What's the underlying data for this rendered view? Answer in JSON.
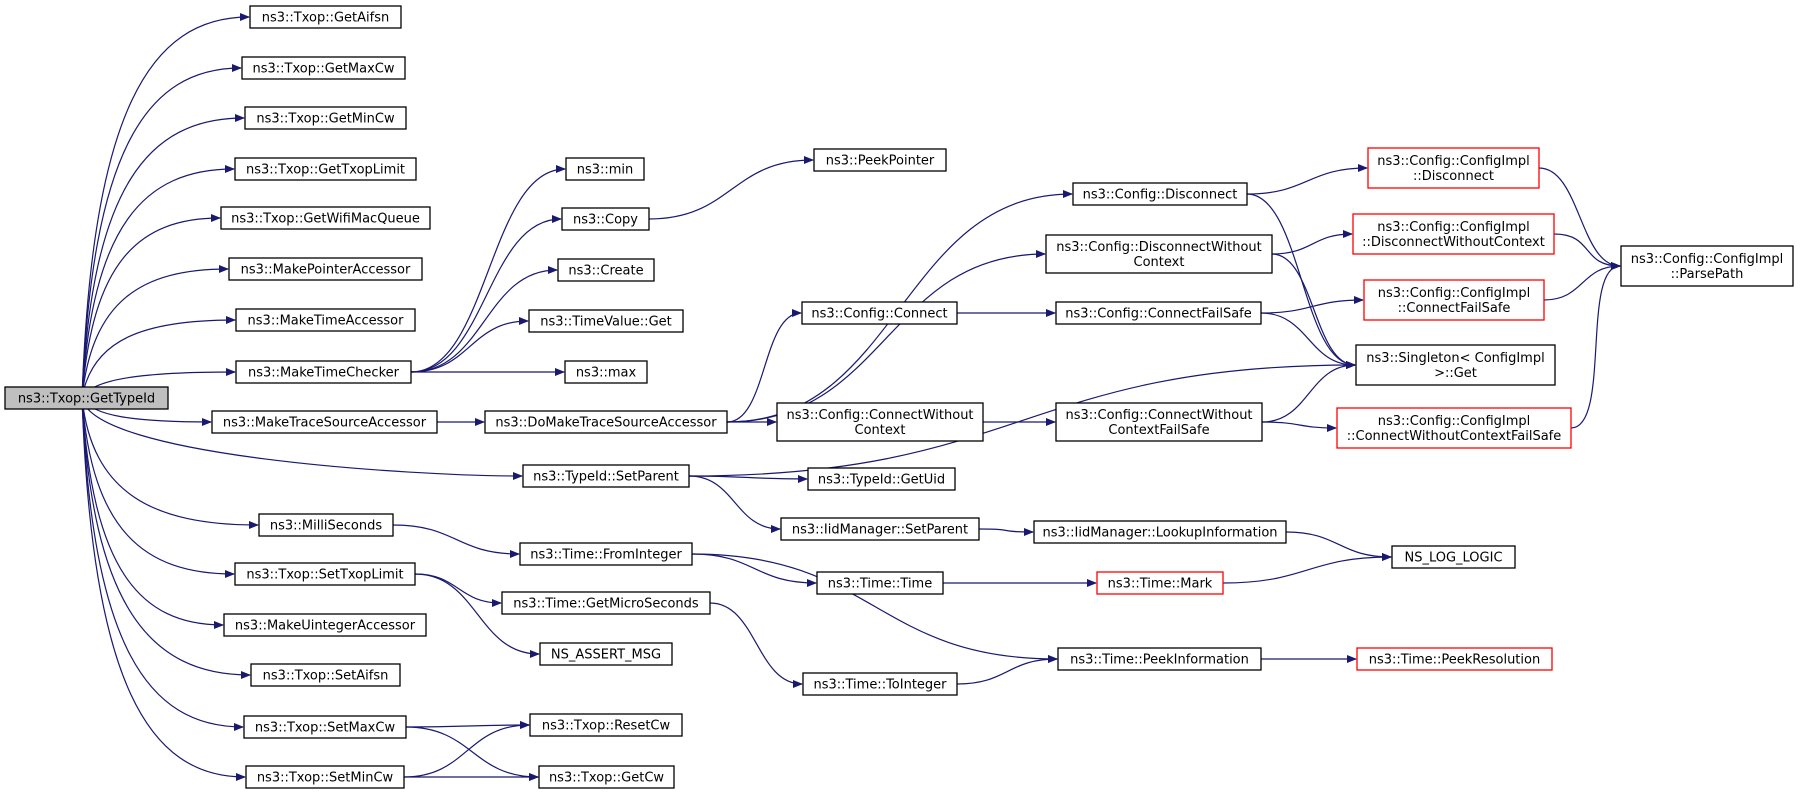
{
  "colors": {
    "edge": "#191970",
    "node_border": "#000000",
    "node_missing_border": "#ff0000",
    "root_fill": "#bfbfbf",
    "node_fill": "#ffffff"
  },
  "nodes": {
    "root": {
      "lines": [
        "ns3::Txop::GetTypeId"
      ],
      "style": "root"
    },
    "getAifsn": {
      "lines": [
        "ns3::Txop::GetAifsn"
      ]
    },
    "getMaxCw": {
      "lines": [
        "ns3::Txop::GetMaxCw"
      ]
    },
    "getMinCw": {
      "lines": [
        "ns3::Txop::GetMinCw"
      ]
    },
    "getTxopLimit": {
      "lines": [
        "ns3::Txop::GetTxopLimit"
      ]
    },
    "getWifiMacQueue": {
      "lines": [
        "ns3::Txop::GetWifiMacQueue"
      ]
    },
    "makePointerAccessor": {
      "lines": [
        "ns3::MakePointerAccessor"
      ]
    },
    "makeTimeAccessor": {
      "lines": [
        "ns3::MakeTimeAccessor"
      ]
    },
    "makeTimeChecker": {
      "lines": [
        "ns3::MakeTimeChecker"
      ]
    },
    "makeTraceSourceAccessor": {
      "lines": [
        "ns3::MakeTraceSourceAccessor"
      ]
    },
    "milliSeconds": {
      "lines": [
        "ns3::MilliSeconds"
      ]
    },
    "setTxopLimit": {
      "lines": [
        "ns3::Txop::SetTxopLimit"
      ]
    },
    "makeUintegerAccessor": {
      "lines": [
        "ns3::MakeUintegerAccessor"
      ]
    },
    "setAifsn": {
      "lines": [
        "ns3::Txop::SetAifsn"
      ]
    },
    "setMaxCw": {
      "lines": [
        "ns3::Txop::SetMaxCw"
      ]
    },
    "setMinCw": {
      "lines": [
        "ns3::Txop::SetMinCw"
      ]
    },
    "nsMin": {
      "lines": [
        "ns3::min"
      ]
    },
    "nsCopy": {
      "lines": [
        "ns3::Copy"
      ]
    },
    "nsCreate": {
      "lines": [
        "ns3::Create"
      ]
    },
    "timeValueGet": {
      "lines": [
        "ns3::TimeValue::Get"
      ]
    },
    "nsMax": {
      "lines": [
        "ns3::max"
      ]
    },
    "doMakeTraceSourceAccessor": {
      "lines": [
        "ns3::DoMakeTraceSourceAccessor"
      ]
    },
    "typeIdSetParent": {
      "lines": [
        "ns3::TypeId::SetParent"
      ]
    },
    "timeFromInteger": {
      "lines": [
        "ns3::Time::FromInteger"
      ]
    },
    "timeGetMicroSeconds": {
      "lines": [
        "ns3::Time::GetMicroSeconds"
      ]
    },
    "nsAssertMsg": {
      "lines": [
        "NS_ASSERT_MSG"
      ]
    },
    "txopResetCw": {
      "lines": [
        "ns3::Txop::ResetCw"
      ]
    },
    "txopGetCw": {
      "lines": [
        "ns3::Txop::GetCw"
      ]
    },
    "peekPointer": {
      "lines": [
        "ns3::PeekPointer"
      ]
    },
    "configConnect": {
      "lines": [
        "ns3::Config::Connect"
      ]
    },
    "configConnectWithoutContext": {
      "lines": [
        "ns3::Config::ConnectWithout",
        "Context"
      ]
    },
    "typeIdGetUid": {
      "lines": [
        "ns3::TypeId::GetUid"
      ]
    },
    "iidManagerSetParent": {
      "lines": [
        "ns3::IidManager::SetParent"
      ]
    },
    "timeTime": {
      "lines": [
        "ns3::Time::Time"
      ]
    },
    "timeToInteger": {
      "lines": [
        "ns3::Time::ToInteger"
      ]
    },
    "configDisconnect": {
      "lines": [
        "ns3::Config::Disconnect"
      ]
    },
    "configDisconnectWithoutContext": {
      "lines": [
        "ns3::Config::DisconnectWithout",
        "Context"
      ]
    },
    "configConnectFailSafe": {
      "lines": [
        "ns3::Config::ConnectFailSafe"
      ]
    },
    "configConnectWithoutContextFailSafe": {
      "lines": [
        "ns3::Config::ConnectWithout",
        "ContextFailSafe"
      ]
    },
    "iidManagerLookupInformation": {
      "lines": [
        "ns3::IidManager::LookupInformation"
      ]
    },
    "timeMark": {
      "lines": [
        "ns3::Time::Mark"
      ],
      "style": "missing"
    },
    "timePeekInformation": {
      "lines": [
        "ns3::Time::PeekInformation"
      ]
    },
    "implDisconnect": {
      "lines": [
        "ns3::Config::ConfigImpl",
        "::Disconnect"
      ],
      "style": "missing"
    },
    "implDisconnectWithoutContext": {
      "lines": [
        "ns3::Config::ConfigImpl",
        "::DisconnectWithoutContext"
      ],
      "style": "missing"
    },
    "implConnectFailSafe": {
      "lines": [
        "ns3::Config::ConfigImpl",
        "::ConnectFailSafe"
      ],
      "style": "missing"
    },
    "singletonGet": {
      "lines": [
        "ns3::Singleton< ConfigImpl",
        ">::Get"
      ]
    },
    "implConnectWithoutContextFailSafe": {
      "lines": [
        "ns3::Config::ConfigImpl",
        "::ConnectWithoutContextFailSafe"
      ],
      "style": "missing"
    },
    "nsLogLogic": {
      "lines": [
        "NS_LOG_LOGIC"
      ]
    },
    "timePeekResolution": {
      "lines": [
        "ns3::Time::PeekResolution"
      ],
      "style": "missing"
    },
    "implParsePath": {
      "lines": [
        "ns3::Config::ConfigImpl",
        "::ParsePath"
      ]
    }
  },
  "edges": [
    [
      "root",
      "getAifsn"
    ],
    [
      "root",
      "getMaxCw"
    ],
    [
      "root",
      "getMinCw"
    ],
    [
      "root",
      "getTxopLimit"
    ],
    [
      "root",
      "getWifiMacQueue"
    ],
    [
      "root",
      "makePointerAccessor"
    ],
    [
      "root",
      "makeTimeAccessor"
    ],
    [
      "root",
      "makeTimeChecker"
    ],
    [
      "root",
      "makeTraceSourceAccessor"
    ],
    [
      "root",
      "typeIdSetParent"
    ],
    [
      "root",
      "milliSeconds"
    ],
    [
      "root",
      "setTxopLimit"
    ],
    [
      "root",
      "makeUintegerAccessor"
    ],
    [
      "root",
      "setAifsn"
    ],
    [
      "root",
      "setMaxCw"
    ],
    [
      "root",
      "setMinCw"
    ],
    [
      "makeTimeChecker",
      "nsMin"
    ],
    [
      "makeTimeChecker",
      "nsCopy"
    ],
    [
      "makeTimeChecker",
      "nsCreate"
    ],
    [
      "makeTimeChecker",
      "timeValueGet"
    ],
    [
      "makeTimeChecker",
      "nsMax"
    ],
    [
      "nsCopy",
      "peekPointer"
    ],
    [
      "makeTraceSourceAccessor",
      "doMakeTraceSourceAccessor"
    ],
    [
      "doMakeTraceSourceAccessor",
      "configDisconnect"
    ],
    [
      "doMakeTraceSourceAccessor",
      "configDisconnectWithoutContext"
    ],
    [
      "doMakeTraceSourceAccessor",
      "configConnect"
    ],
    [
      "doMakeTraceSourceAccessor",
      "configConnectWithoutContext"
    ],
    [
      "typeIdSetParent",
      "singletonGet"
    ],
    [
      "typeIdSetParent",
      "typeIdGetUid"
    ],
    [
      "typeIdSetParent",
      "iidManagerSetParent"
    ],
    [
      "milliSeconds",
      "timeFromInteger"
    ],
    [
      "timeFromInteger",
      "timeTime"
    ],
    [
      "timeFromInteger",
      "timePeekInformation"
    ],
    [
      "setTxopLimit",
      "timeGetMicroSeconds"
    ],
    [
      "setTxopLimit",
      "nsAssertMsg"
    ],
    [
      "timeGetMicroSeconds",
      "timeToInteger"
    ],
    [
      "timeToInteger",
      "timePeekInformation"
    ],
    [
      "setMaxCw",
      "txopResetCw"
    ],
    [
      "setMaxCw",
      "txopGetCw"
    ],
    [
      "setMinCw",
      "txopResetCw"
    ],
    [
      "setMinCw",
      "txopGetCw"
    ],
    [
      "configConnect",
      "configConnectFailSafe"
    ],
    [
      "configConnectWithoutContext",
      "configConnectWithoutContextFailSafe"
    ],
    [
      "iidManagerSetParent",
      "iidManagerLookupInformation"
    ],
    [
      "iidManagerLookupInformation",
      "nsLogLogic"
    ],
    [
      "timeTime",
      "timeMark"
    ],
    [
      "timeMark",
      "nsLogLogic"
    ],
    [
      "timePeekInformation",
      "timePeekResolution"
    ],
    [
      "configDisconnect",
      "implDisconnect"
    ],
    [
      "configDisconnect",
      "singletonGet"
    ],
    [
      "configDisconnectWithoutContext",
      "implDisconnectWithoutContext"
    ],
    [
      "configDisconnectWithoutContext",
      "singletonGet"
    ],
    [
      "configConnectFailSafe",
      "implConnectFailSafe"
    ],
    [
      "configConnectFailSafe",
      "singletonGet"
    ],
    [
      "configConnectWithoutContextFailSafe",
      "singletonGet"
    ],
    [
      "configConnectWithoutContextFailSafe",
      "implConnectWithoutContextFailSafe"
    ],
    [
      "implDisconnect",
      "implParsePath"
    ],
    [
      "implDisconnectWithoutContext",
      "implParsePath"
    ],
    [
      "implConnectFailSafe",
      "implParsePath"
    ],
    [
      "implConnectWithoutContextFailSafe",
      "implParsePath"
    ]
  ]
}
